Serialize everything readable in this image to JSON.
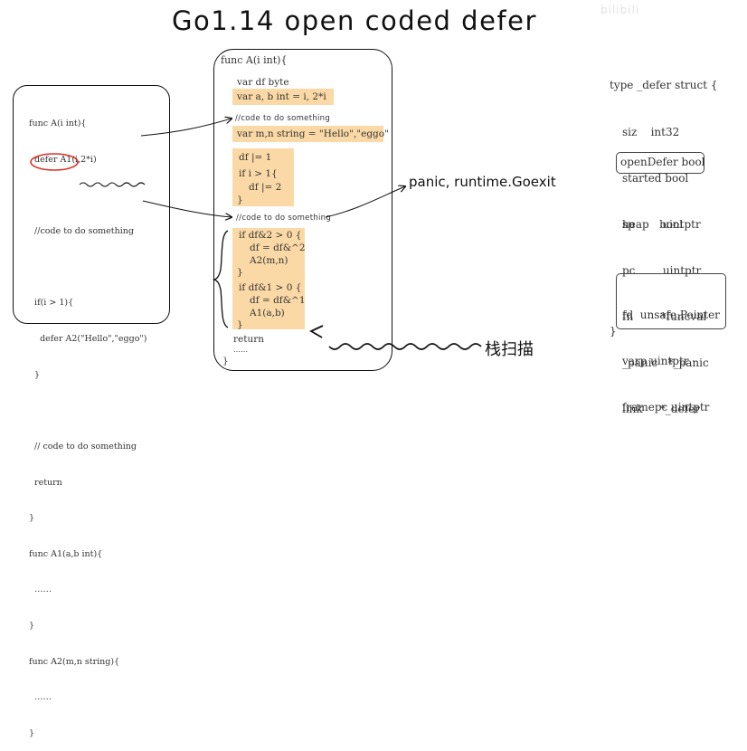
{
  "title": "Go1.14 open coded defer",
  "watermark": "bilibili",
  "left_code": {
    "lines": [
      "func A(i int){",
      "  defer A1(i,2*i)",
      "",
      "  //code to do something",
      "",
      "  if(i > 1){",
      "    defer A2(\"Hello\",\"eggo\")",
      "  }",
      "",
      "  // code to do something",
      "  return",
      "}",
      "func A1(a,b int){",
      "  ……",
      "}",
      "func A2(m,n string){",
      "  ……",
      "}"
    ]
  },
  "middle_code": {
    "header": "func A(i int){",
    "var_df": "var df byte",
    "var_ab": "var a, b int = i, 2*i",
    "comment1": "//code to do something",
    "var_mn": "var m,n string = \"Hello\",\"eggo\"",
    "df_or1": "df |= 1",
    "if_i": "if i > 1{",
    "df_or2": "df |= 2",
    "close1": "}",
    "comment2": "//code to do something",
    "if_df2": "if df&2 > 0 {",
    "df_and2": "df = df&^2",
    "call_a2": "A2(m,n)",
    "close2": "}",
    "if_df1": "if df&1 > 0 {",
    "df_and1": "df = df&^1",
    "call_a1": "A1(a,b)",
    "close3": "}",
    "ret": "return",
    "dots": "……",
    "close_func": "}"
  },
  "callouts": {
    "panic": "panic, runtime.Goexit",
    "stack_scan": "栈扫描"
  },
  "defer_struct": {
    "header": "type _defer struct {",
    "fields_top": [
      "siz    int32",
      "started bool",
      "heap   bool"
    ],
    "open_defer": "openDefer bool",
    "fields_mid": [
      "sp        uintptr",
      "pc        uintptr",
      "fn        *funcval",
      "_panic   *_panic",
      "link     *_defer"
    ],
    "fields_bottom": [
      "fd  unsafe.Pointer",
      "varp uintptr",
      "framepc uintptr"
    ],
    "close": "}"
  },
  "colors": {
    "highlight": "#fbd9a6",
    "annotation_red": "#d9342b",
    "ink": "#111111"
  }
}
